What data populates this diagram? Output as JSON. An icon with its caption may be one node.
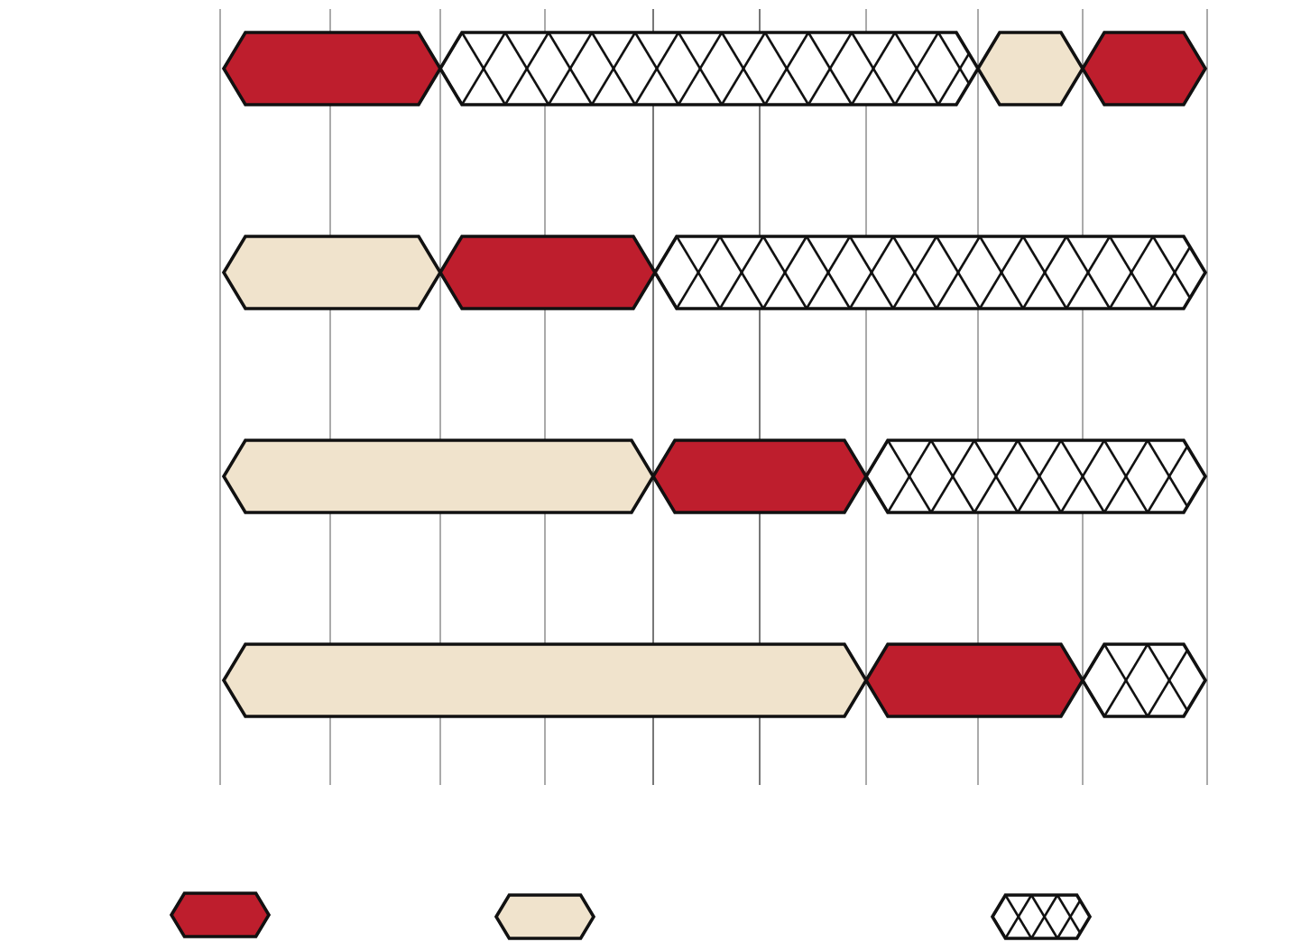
{
  "diagram": {
    "nodes": [
      {
        "text": [],
        "shape": "hexagon"
      },
      {
        "text": [],
        "shape": "hexagon"
      },
      {
        "text": [],
        "shape": "hexagon"
      },
      {
        "text": [],
        "shape": "hexagon"
      },
      {
        "text": [],
        "shape": "hexagon"
      },
      {
        "text": [],
        "shape": "hexagon"
      },
      {
        "text": [],
        "shape": "hexagon"
      },
      {
        "text": [],
        "shape": "hexagon"
      },
      {
        "text": [],
        "shape": "hexagon"
      },
      {
        "text": [],
        "shape": "hexagon"
      },
      {
        "text": [],
        "shape": "hexagon"
      },
      {
        "text": [],
        "shape": "hexagon"
      },
      {
        "text": [],
        "shape": "hexagon"
      },
      {
        "text": [],
        "shape": "hexagon"
      },
      {
        "text": [],
        "shape": "hexagon"
      },
      {
        "text": [],
        "shape": "hexagon"
      }
    ]
  }
}
